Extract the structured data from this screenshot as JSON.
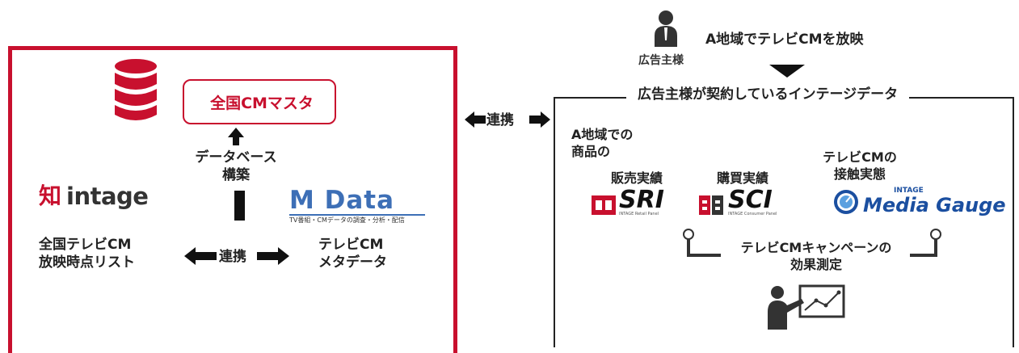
{
  "left": {
    "master_label": "全国CMマスタ",
    "db_build_label": [
      "データベース",
      "構築"
    ],
    "intage_logo": {
      "mark": "知",
      "text": "intage"
    },
    "list_label": [
      "全国テレビCM",
      "放映時点リスト"
    ],
    "link_label": "連携",
    "mdata_logo": {
      "text_a": "M Data",
      "tagline": "TV番組・CMデータの調査・分析・配信"
    },
    "meta_label": [
      "テレビCM",
      "メタデータ"
    ]
  },
  "center_link_label": "連携",
  "right": {
    "advertiser_label": "広告主様",
    "broadcast_label": "A地域でテレビCMを放映",
    "contract_label": "広告主様が契約しているインテージデータ",
    "region_label": [
      "A地域での",
      "商品の"
    ],
    "sri": {
      "label": "販売実績",
      "logo": "SRI",
      "sub": "INTAGE Retail Panel"
    },
    "sci": {
      "label": "購買実績",
      "logo": "SCI",
      "sub": "INTAGE Consumer Panel"
    },
    "mg": {
      "label": [
        "テレビCMの",
        "接触実態"
      ],
      "logo_top": "INTAGE",
      "logo": "Media Gauge"
    },
    "effect_label": [
      "テレビCMキャンペーンの",
      "効果測定"
    ]
  },
  "colors": {
    "red": "#c8102e",
    "navy": "#1a2a6c",
    "mdata_blue": "#3d6fb6",
    "mg_blue": "#1b4fa0"
  }
}
